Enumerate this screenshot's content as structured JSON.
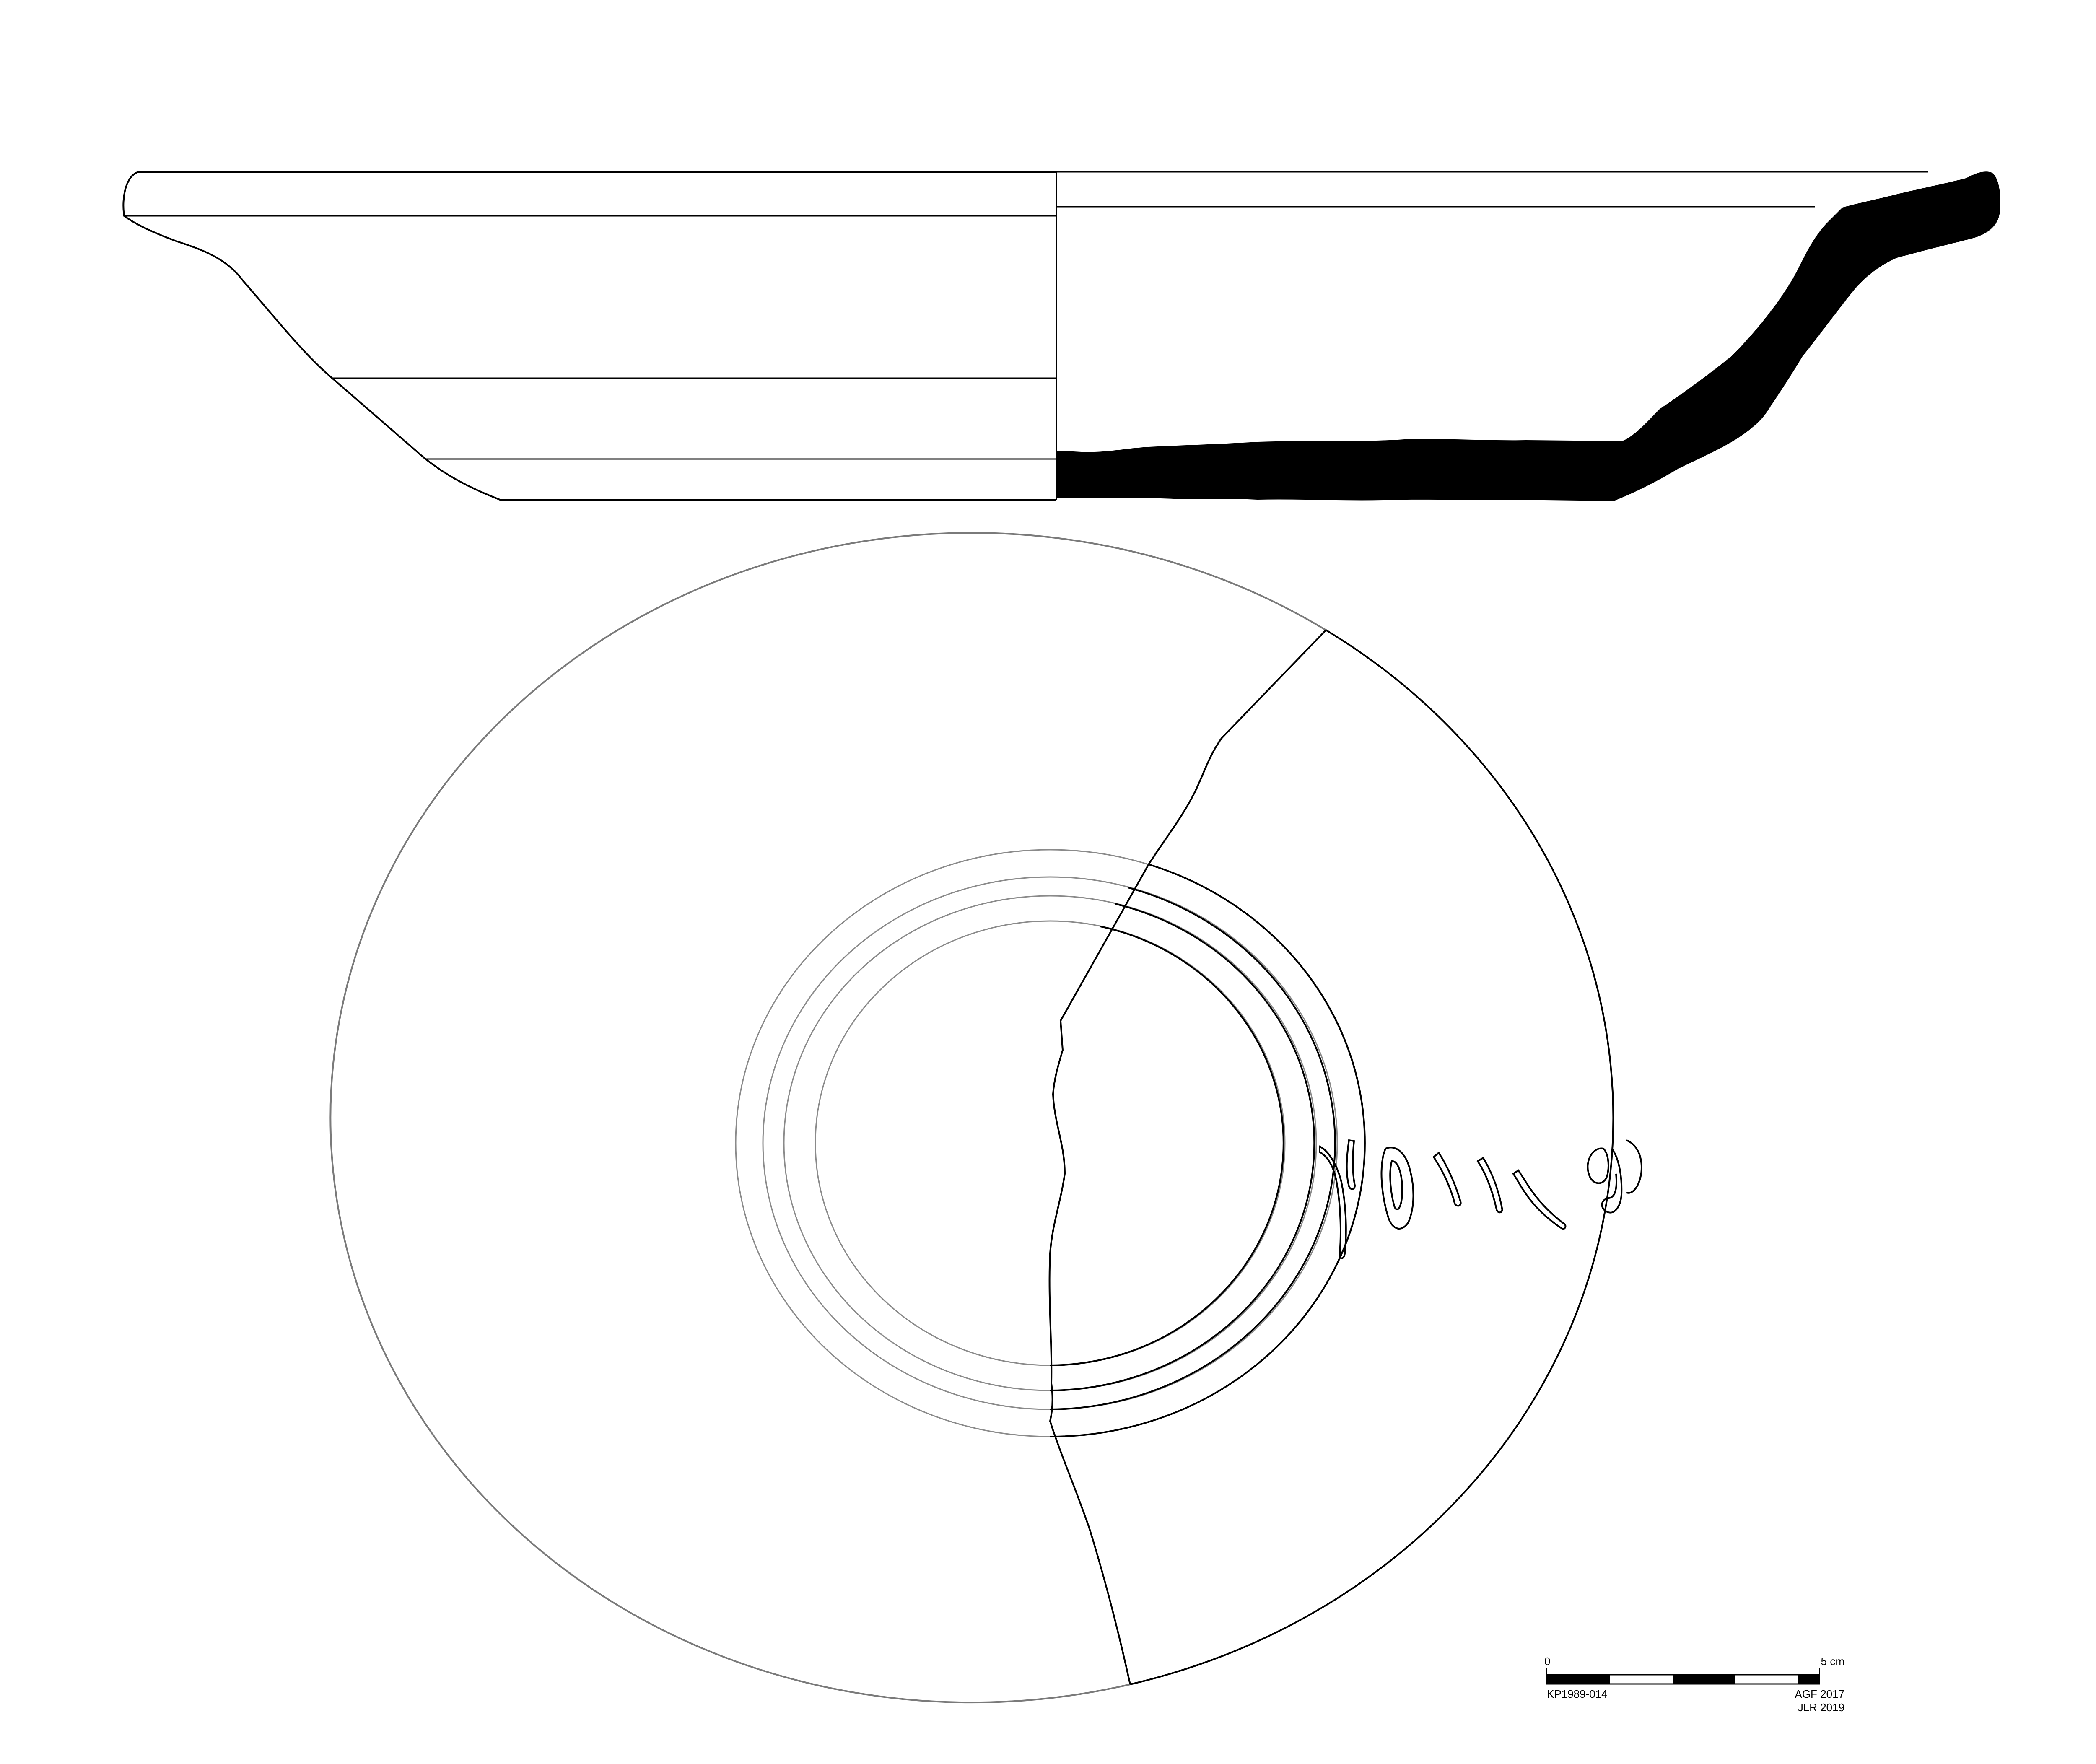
{
  "scale_bar": {
    "start_label": "0",
    "end_label": "5 cm",
    "segments": 5
  },
  "caption": {
    "catalog_number": "KP1989-014",
    "credit_drawing": "AGF 2017",
    "credit_inking": "JLR 2019"
  },
  "colors": {
    "ink": "#000000",
    "reconstructed_line": "#7a7a7a",
    "background": "#ffffff"
  }
}
